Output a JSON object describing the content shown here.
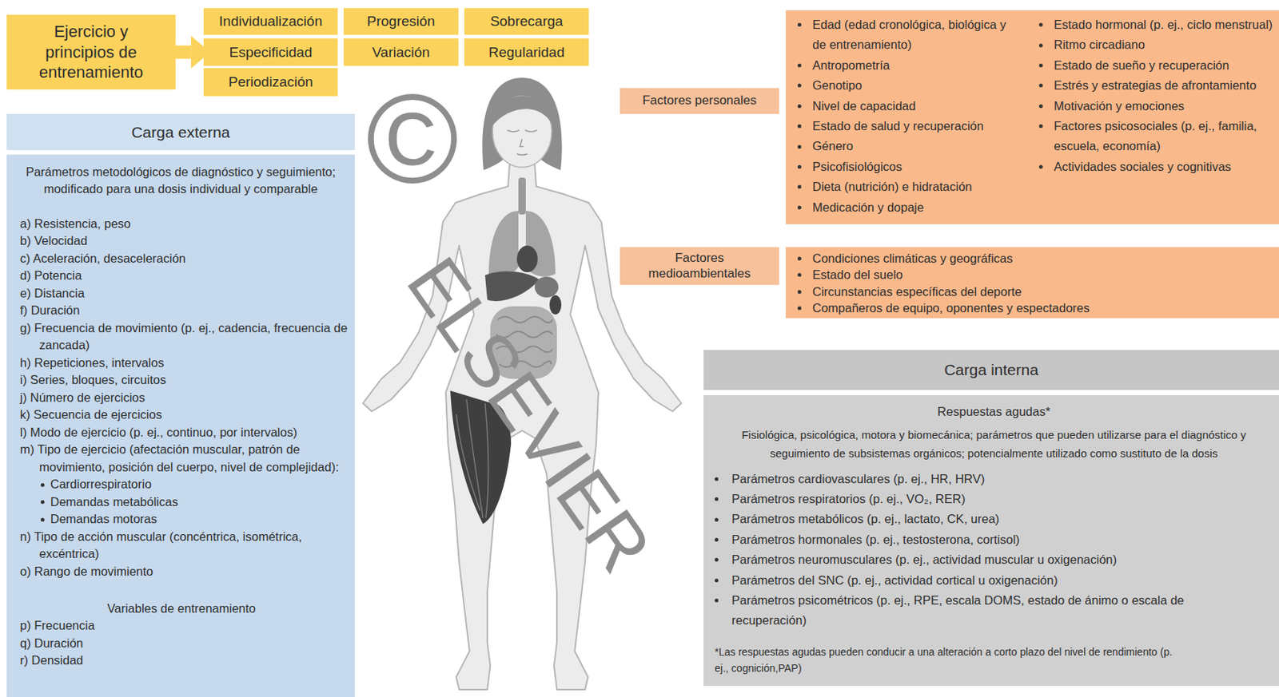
{
  "diagram": {
    "nodes": [
      {
        "text": [
          "Ejercicio y principios de entrenamiento"
        ]
      },
      {
        "text": [
          "Individualización"
        ]
      },
      {
        "text": [
          "Progresión"
        ]
      },
      {
        "text": [
          "Sobrecarga"
        ]
      },
      {
        "text": [
          "Especificidad"
        ]
      },
      {
        "text": [
          "Variación"
        ]
      },
      {
        "text": [
          "Regularidad"
        ]
      },
      {
        "text": [
          "Periodización"
        ]
      },
      {
        "text": [
          "Carga externa"
        ]
      },
      {
        "text": [
          "Parámetros metodológicos de diagnóstico y seguimiento; modificado para una dosis individual y comparable",
          "a) Resistencia, peso",
          "b) Velocidad",
          "c) Aceleración, desaceleración",
          "d) Potencia",
          "e) Distancia",
          "f) Duración",
          "g) Frecuencia de movimiento (p. ej., cadencia, frecuencia de zancada)",
          "h) Repeticiones, intervalos",
          "i) Series, bloques, circuitos",
          "j) Número de ejercicios",
          "k) Secuencia de ejercicios",
          "l) Modo de ejercicio (p. ej., continuo, por intervalos)",
          "m) Tipo de ejercicio (afectación muscular, patrón de movimiento, posición del cuerpo, nivel de complejidad):",
          "Cardiorrespiratorio",
          "Demandas metabólicas",
          "Demandas motoras",
          "n) Tipo de acción muscular (concéntrica, isométrica, excéntrica)",
          "o) Rango de movimiento",
          "Variables de entrenamiento",
          "p) Frecuencia",
          "q) Duración",
          "r) Densidad"
        ]
      },
      {
        "text": [
          "Factores personales"
        ]
      },
      {
        "text": [
          "Edad (edad cronológica, biológica y de entrenamiento)",
          "Antropometría",
          "Genotipo",
          "Nivel de capacidad",
          "Estado de salud y recuperación",
          "Género",
          "Psicofisiológicos",
          "Dieta (nutrición) e hidratación",
          "Medicación y dopaje",
          "Estado hormonal (p. ej., ciclo menstrual)",
          "Ritmo circadiano",
          "Estado de sueño y recuperación",
          "Estrés y estrategias de afrontamiento",
          "Motivación y emociones",
          "Factores psicosociales (p. ej., familia, escuela, economía)",
          "Actividades sociales y cognitivas"
        ]
      },
      {
        "text": [
          "Factores medioambientales"
        ]
      },
      {
        "text": [
          "Condiciones climáticas y geográficas",
          "Estado del suelo",
          "Circunstancias específicas del deporte",
          "Compañeros de equipo, oponentes y espectadores"
        ]
      },
      {
        "text": [
          "Carga interna"
        ]
      },
      {
        "text": [
          "Respuestas agudas*",
          "Fisiológica, psicológica, motora y biomecánica; parámetros que pueden utilizarse para el diagnóstico y seguimiento de subsistemas orgánicos; potencialmente utilizado como sustituto de la dosis",
          "Parámetros cardiovasculares (p. ej., HR, HRV)",
          "Parámetros respiratorios (p. ej., VO₂, RER)",
          "Parámetros metabólicos (p. ej., lactato, CK, urea)",
          "Parámetros hormonales (p. ej., testosterona, cortisol)",
          "Parámetros neuromusculares (p. ej., actividad muscular u oxigenación)",
          "Parámetros del SNC (p. ej., actividad cortical u oxigenación)",
          "Parámetros psicométricos (p. ej., RPE, escala DOMS, estado de ánimo o escala de recuperación)",
          "*Las respuestas agudas pueden conducir a una alteración a corto plazo del nivel de rendimiento (p. ej., cognición,PAP)"
        ]
      }
    ],
    "edges": [
      {
        "from": 0,
        "to": 4,
        "arrow": "to"
      }
    ],
    "labels": [
      "©",
      "ELSEVIER"
    ]
  }
}
